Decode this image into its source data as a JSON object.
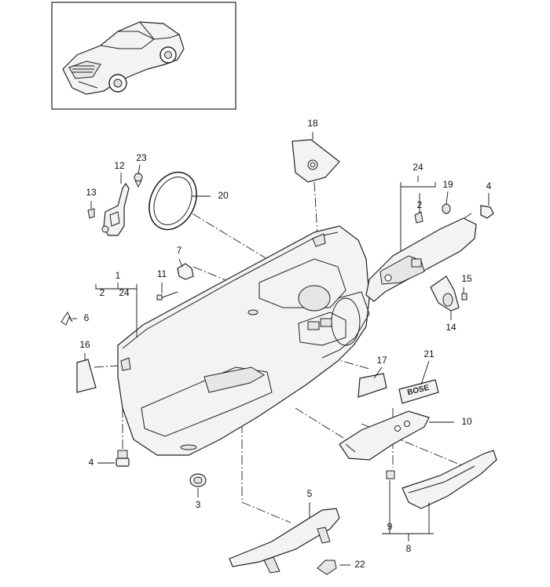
{
  "diagram": {
    "labels": {
      "p1": "1",
      "p1_sub2": "2",
      "p1_sub24": "24",
      "p2": "2",
      "p3": "3",
      "p4a": "4",
      "p4b": "4",
      "p5": "5",
      "p6": "6",
      "p7": "7",
      "p8": "8",
      "p9": "9",
      "p10": "10",
      "p11": "11",
      "p12": "12",
      "p13": "13",
      "p14": "14",
      "p15": "15",
      "p16": "16",
      "p17": "17",
      "p18": "18",
      "p19": "19",
      "p20": "20",
      "p21": "21",
      "p22": "22",
      "p23": "23",
      "p24": "24"
    },
    "logo_text": "BOSE"
  }
}
